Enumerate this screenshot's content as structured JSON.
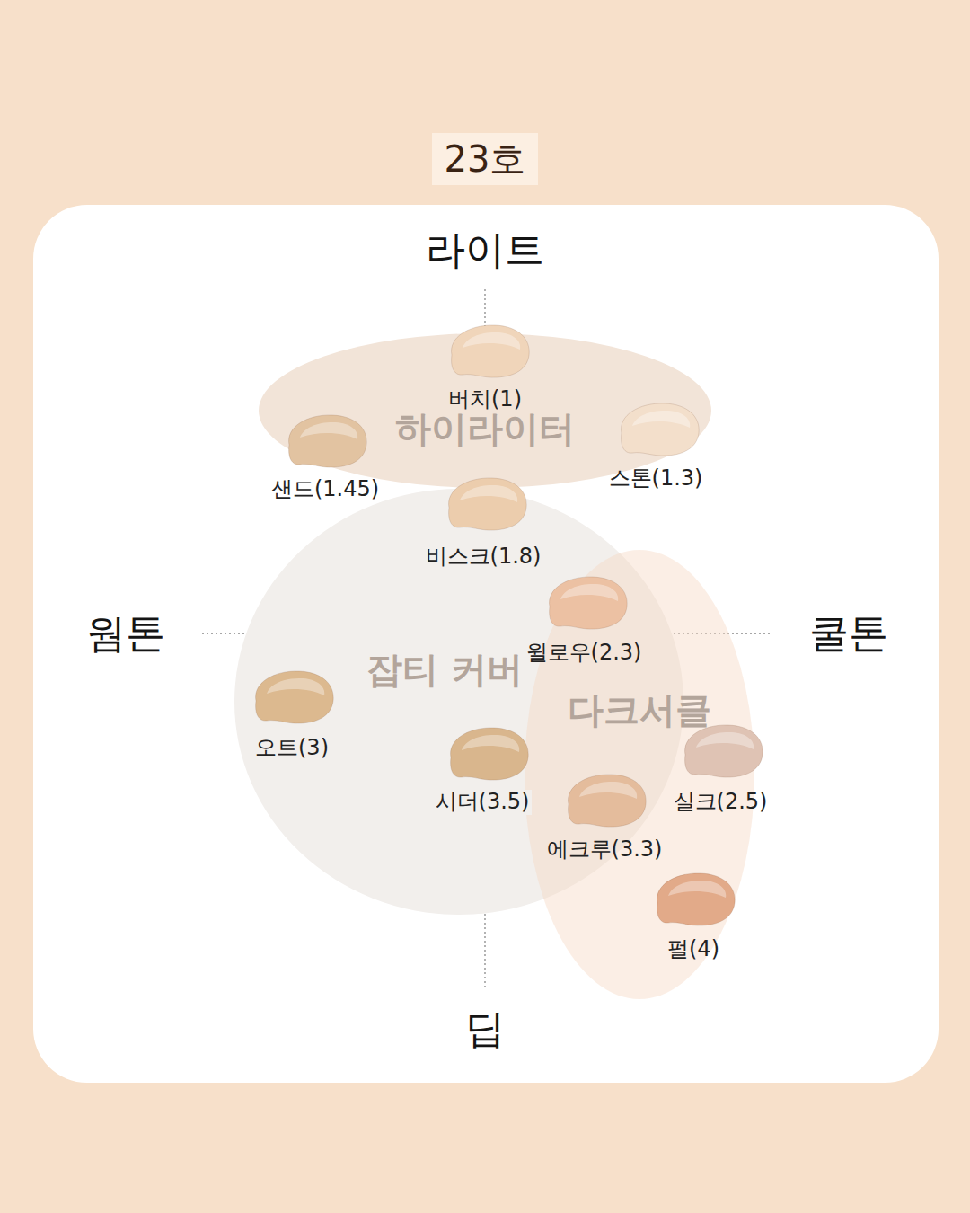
{
  "diagram": {
    "title": "23호",
    "nodes": [
      {
        "text": [
          "하이라이터"
        ]
      },
      {
        "text": [
          "잡티 커버"
        ]
      },
      {
        "text": [
          "다크서클"
        ]
      },
      {
        "text": [
          "버치(1)"
        ],
        "in": 0
      },
      {
        "text": [
          "샌드(1.45)"
        ],
        "in": 0
      },
      {
        "text": [
          "스톤(1.3)"
        ],
        "in": 0
      },
      {
        "text": [
          "비스크(1.8)"
        ],
        "in": 1
      },
      {
        "text": [
          "윌로우(2.3)"
        ],
        "in": 2
      },
      {
        "text": [
          "오트(3)"
        ],
        "in": 1
      },
      {
        "text": [
          "시더(3.5)"
        ],
        "in": 1
      },
      {
        "text": [
          "실크(2.5)"
        ],
        "in": 2
      },
      {
        "text": [
          "에크루(3.3)"
        ],
        "in": 2
      },
      {
        "text": [
          "펄(4)"
        ],
        "in": 2
      }
    ],
    "labels": [
      "라이트",
      "딥",
      "웜톤",
      "쿨톤"
    ]
  }
}
